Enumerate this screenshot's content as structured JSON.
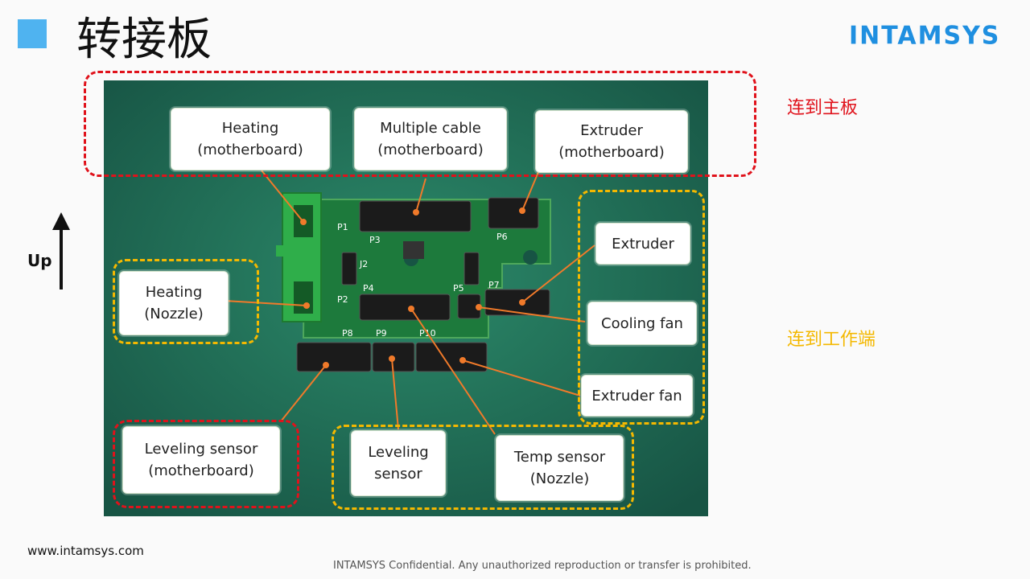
{
  "title": "转接板",
  "logo": "INTAMSYS",
  "labels": {
    "heating_mb": [
      "Heating",
      "(motherboard)"
    ],
    "multiple_cable_mb": [
      "Multiple cable",
      "(motherboard)"
    ],
    "extruder_mb": [
      "Extruder",
      "(motherboard)"
    ],
    "heating_nozzle": [
      "Heating",
      "(Nozzle)"
    ],
    "extruder": [
      "Extruder"
    ],
    "cooling_fan": [
      "Cooling fan"
    ],
    "extruder_fan": [
      "Extruder fan"
    ],
    "leveling_sensor_mb": [
      "Leveling sensor",
      "(motherboard)"
    ],
    "leveling_sensor": [
      "Leveling",
      "sensor"
    ],
    "temp_sensor_nozzle": [
      "Temp sensor",
      "(Nozzle)"
    ]
  },
  "board_marks": [
    "P1",
    "P2",
    "P3",
    "P4",
    "P5",
    "P6",
    "P7",
    "P8",
    "P9",
    "P10",
    "J2"
  ],
  "legend": {
    "to_motherboard": "连到主板",
    "to_workend": "连到工作端"
  },
  "up_label": "Up",
  "footer": {
    "website": "www.intamsys.com",
    "confidential": "INTAMSYS  Confidential. Any unauthorized reproduction or transfer is prohibited."
  },
  "colors": {
    "accent_square": "#4fb3f0",
    "logo": "#1f8fe0",
    "motherboard": "#e0121b",
    "workend": "#f4b800",
    "arrow": "#f07a2a"
  }
}
